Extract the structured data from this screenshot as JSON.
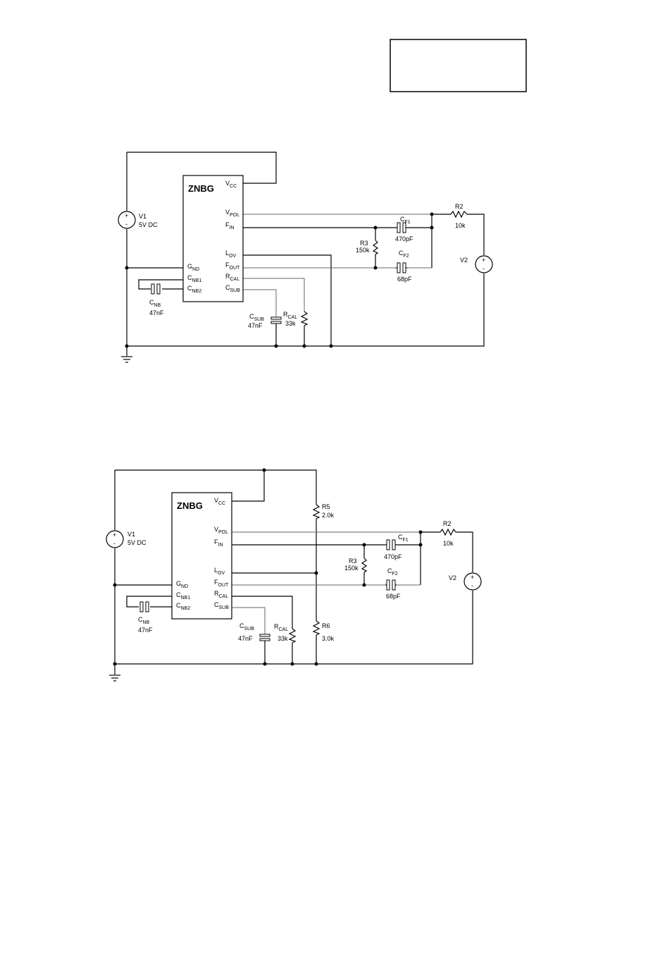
{
  "top_box": {
    "text": ""
  },
  "circuits": [
    {
      "ic": "ZNBG",
      "pins_right": [
        {
          "main": "V",
          "sub": "CC"
        },
        {
          "main": "V",
          "sub": "POL"
        },
        {
          "main": "F",
          "sub": "IN"
        },
        {
          "main": "L",
          "sub": "OV"
        },
        {
          "main": "F",
          "sub": "OUT"
        },
        {
          "main": "R",
          "sub": "CAL"
        },
        {
          "main": "C",
          "sub": "SUB"
        }
      ],
      "pins_left": [
        {
          "main": "G",
          "sub": "ND"
        },
        {
          "main": "C",
          "sub": "NB1"
        },
        {
          "main": "C",
          "sub": "NB2"
        }
      ],
      "v1": {
        "name": "V1",
        "value": "5V DC"
      },
      "v2": {
        "name": "V2"
      },
      "r2": {
        "name": "R2",
        "value": "10k"
      },
      "r3": {
        "name": "R3",
        "value": "150k"
      },
      "cf1": {
        "main": "C",
        "sub": "F1",
        "value": "470pF"
      },
      "cf2": {
        "main": "C",
        "sub": "F2",
        "value": "68pF"
      },
      "cnb": {
        "main": "C",
        "sub": "NB",
        "value": "47nF"
      },
      "csub": {
        "main": "C",
        "sub": "SUB",
        "value": "47nF"
      },
      "rcal": {
        "main": "R",
        "sub": "CAL",
        "value": "33k"
      }
    },
    {
      "ic": "ZNBG",
      "pins_right": [
        {
          "main": "V",
          "sub": "CC"
        },
        {
          "main": "V",
          "sub": "POL"
        },
        {
          "main": "F",
          "sub": "IN"
        },
        {
          "main": "L",
          "sub": "OV"
        },
        {
          "main": "F",
          "sub": "OUT"
        },
        {
          "main": "R",
          "sub": "CAL"
        },
        {
          "main": "C",
          "sub": "SUB"
        }
      ],
      "pins_left": [
        {
          "main": "G",
          "sub": "ND"
        },
        {
          "main": "C",
          "sub": "NB1"
        },
        {
          "main": "C",
          "sub": "NB2"
        }
      ],
      "v1": {
        "name": "V1",
        "value": "5V DC"
      },
      "v2": {
        "name": "V2"
      },
      "r2": {
        "name": "R2",
        "value": "10k"
      },
      "r3": {
        "name": "R3",
        "value": "150k"
      },
      "cf1": {
        "main": "C",
        "sub": "F1",
        "value": "470pF"
      },
      "cf2": {
        "main": "C",
        "sub": "F2",
        "value": "68pF"
      },
      "cnb": {
        "main": "C",
        "sub": "NB",
        "value": "47nF"
      },
      "csub": {
        "main": "C",
        "sub": "SUB",
        "value": "47nF"
      },
      "rcal": {
        "main": "R",
        "sub": "CAL",
        "value": "33k"
      },
      "r5": {
        "name": "R5",
        "value": "2.0k"
      },
      "r6": {
        "name": "R6",
        "value": "3.0k"
      }
    }
  ],
  "source_marks": {
    "plus": "+",
    "minus": "-"
  }
}
